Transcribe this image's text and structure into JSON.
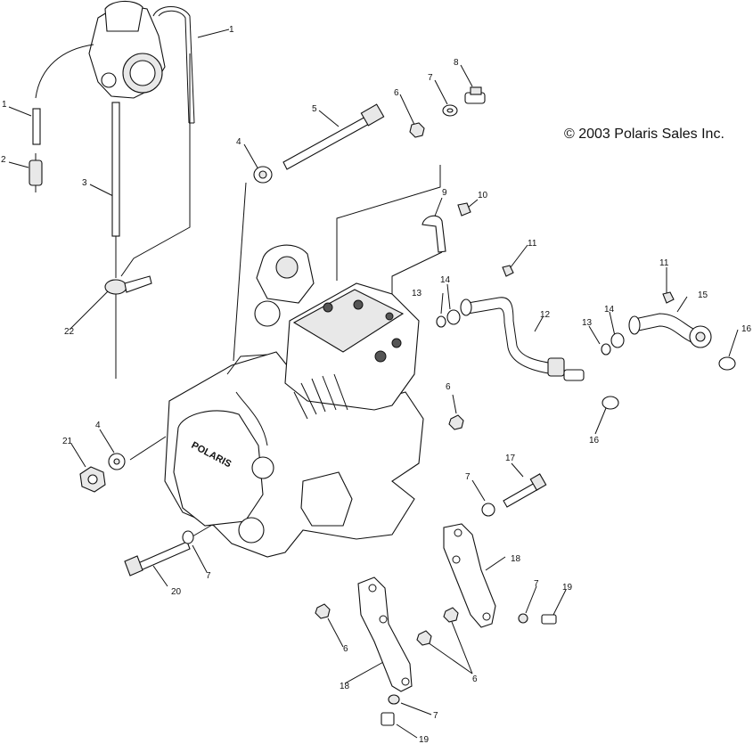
{
  "copyright": "© 2003 Polaris Sales Inc.",
  "engine_logo": "POLARIS",
  "callouts": [
    "1",
    "1",
    "2",
    "3",
    "22",
    "4",
    "4",
    "5",
    "6",
    "6",
    "6",
    "6",
    "7",
    "7",
    "7",
    "7",
    "7",
    "8",
    "9",
    "10",
    "11",
    "11",
    "12",
    "13",
    "13",
    "14",
    "14",
    "15",
    "16",
    "16",
    "17",
    "18",
    "18",
    "19",
    "19",
    "20",
    "21"
  ]
}
